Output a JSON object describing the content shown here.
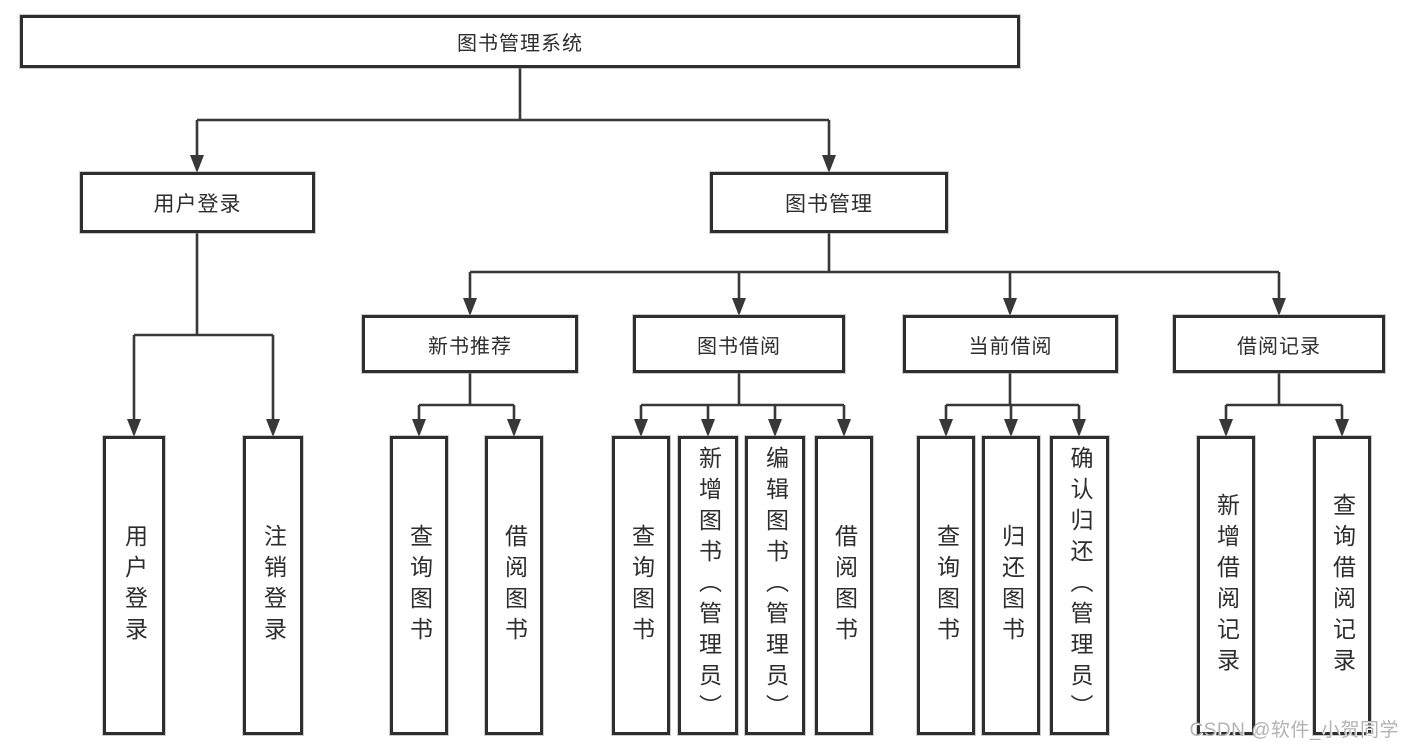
{
  "tree": {
    "label": "图书管理系统",
    "children": [
      {
        "label": "用户登录",
        "children": [
          {
            "label": "用户登录"
          },
          {
            "label": "注销登录"
          }
        ]
      },
      {
        "label": "图书管理",
        "children": [
          {
            "label": "新书推荐",
            "children": [
              {
                "label": "查询图书"
              },
              {
                "label": "借阅图书"
              }
            ]
          },
          {
            "label": "图书借阅",
            "children": [
              {
                "label": "查询图书"
              },
              {
                "label": "新增图书（管理员）"
              },
              {
                "label": "编辑图书（管理员）"
              },
              {
                "label": "借阅图书"
              }
            ]
          },
          {
            "label": "当前借阅",
            "children": [
              {
                "label": "查询图书"
              },
              {
                "label": "归还图书"
              },
              {
                "label": "确认归还（管理员）"
              }
            ]
          },
          {
            "label": "借阅记录",
            "children": [
              {
                "label": "新增借阅记录"
              },
              {
                "label": "查询借阅记录"
              }
            ]
          }
        ]
      }
    ]
  },
  "watermark": "CSDN @软件_小贺同学",
  "colors": {
    "ink": "#2e2e2e",
    "connector": "#383838",
    "watermark": "#b3b3b3",
    "background": "#ffffff"
  }
}
